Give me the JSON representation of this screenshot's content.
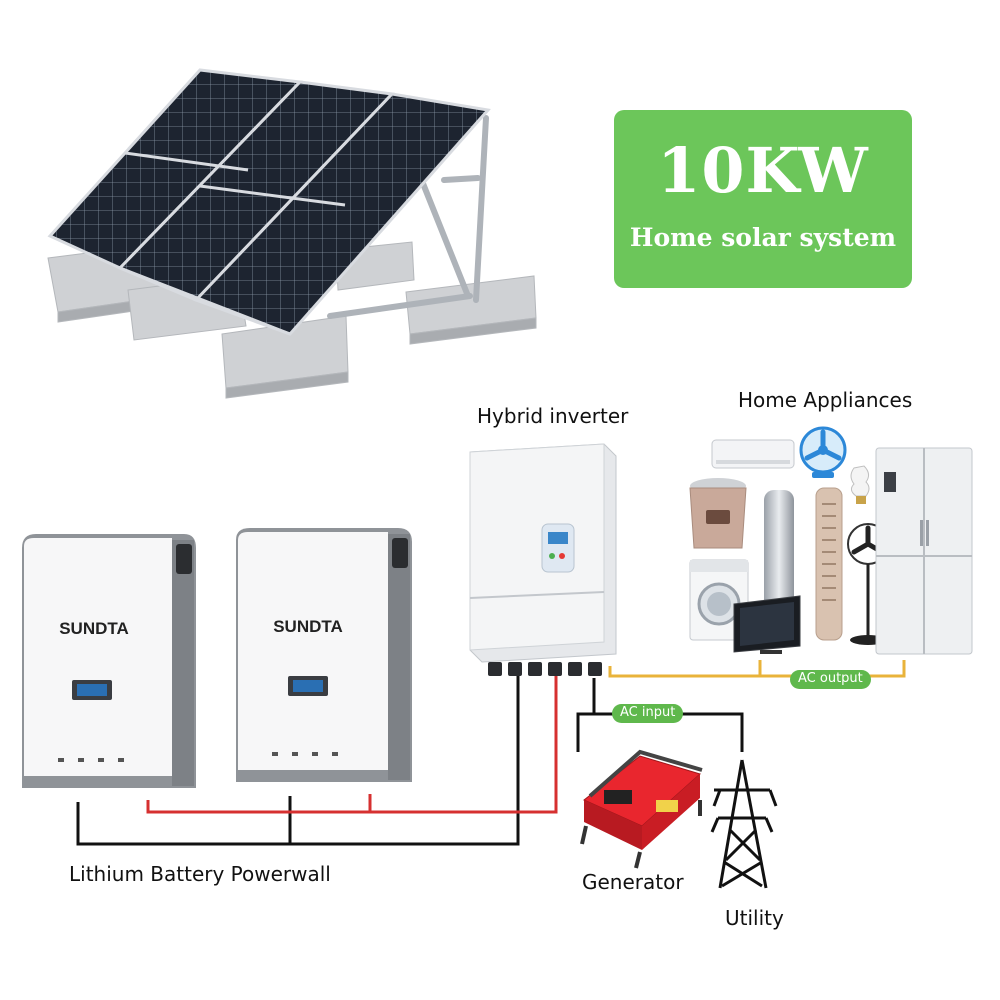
{
  "badge": {
    "power": "10KW",
    "subtitle": "Home solar system"
  },
  "labels": {
    "inverter": "Hybrid inverter",
    "appliances": "Home Appliances",
    "battery": "Lithium Battery Powerwall",
    "generator": "Generator",
    "utility": "Utility"
  },
  "pills": {
    "ac_output": "AC output",
    "ac_input": "AC input"
  },
  "battery_brand": "SUNDTA",
  "colors": {
    "badge_green": "#6cc65a",
    "pill_green": "#5fb84c",
    "ac_wire": "#e9b33a",
    "dc_positive": "#d63030",
    "dc_negative": "#111111",
    "panel": "#1d2430",
    "generator_red": "#d81f26"
  }
}
